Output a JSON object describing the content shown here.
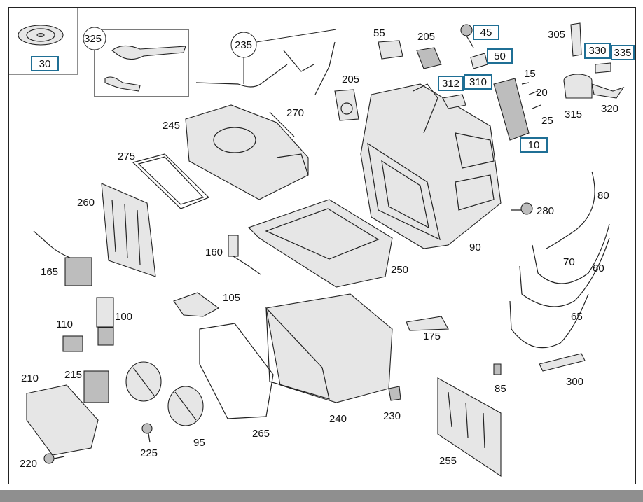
{
  "diagram": {
    "callouts": [
      "15",
      "20",
      "25",
      "55",
      "60",
      "65",
      "70",
      "80",
      "85",
      "90",
      "95",
      "100",
      "105",
      "110",
      "160",
      "165",
      "175",
      "205",
      "205",
      "210",
      "215",
      "220",
      "225",
      "230",
      "235",
      "240",
      "245",
      "250",
      "255",
      "260",
      "265",
      "270",
      "275",
      "280",
      "300",
      "305",
      "315",
      "320",
      "325"
    ],
    "highlighted": [
      "30",
      "45",
      "50",
      "312",
      "310",
      "330",
      "335",
      "10"
    ]
  },
  "colors": {
    "highlight_border": "#1f6f95",
    "frame": "#222222",
    "bottom_bar": "#8f8f8f"
  }
}
